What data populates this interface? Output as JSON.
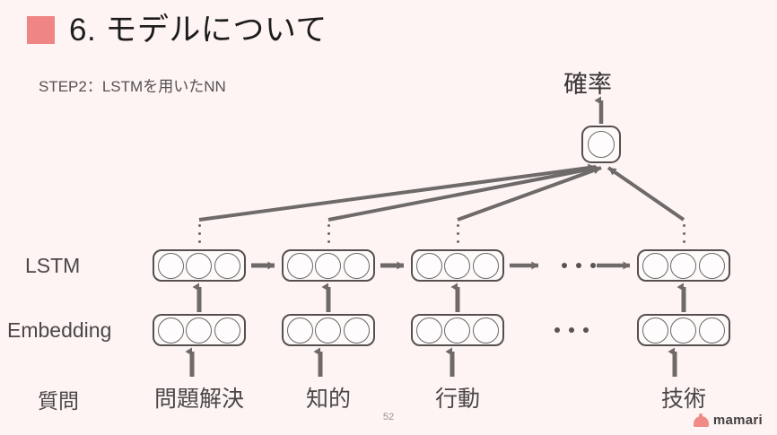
{
  "slide": {
    "background_color": "#fdf4f3",
    "accent_color": "#ef8585",
    "title": "6. モデルについて",
    "subtitle": "STEP2：LSTMを用いたNN",
    "page_number": "52"
  },
  "labels": {
    "output": "確率",
    "lstm_row": "LSTM",
    "embedding_row": "Embedding",
    "input_row": "質問"
  },
  "diagram": {
    "lstm_cells": [
      {
        "id": "lstm-1",
        "units": 3
      },
      {
        "id": "lstm-2",
        "units": 3
      },
      {
        "id": "lstm-3",
        "units": 3
      },
      {
        "id": "lstm-4",
        "units": 3
      }
    ],
    "embedding_cells": [
      {
        "id": "emb-1",
        "units": 3
      },
      {
        "id": "emb-2",
        "units": 3
      },
      {
        "id": "emb-3",
        "units": 3
      },
      {
        "id": "emb-4",
        "units": 3
      }
    ],
    "words": [
      "問題解決",
      "知的",
      "行動",
      "技術"
    ],
    "ellipsis_lstm": "…",
    "ellipsis_embedding": "…",
    "output_node_units": 1
  },
  "brand": {
    "name": "mamari",
    "mark_color": "#f08a86"
  }
}
